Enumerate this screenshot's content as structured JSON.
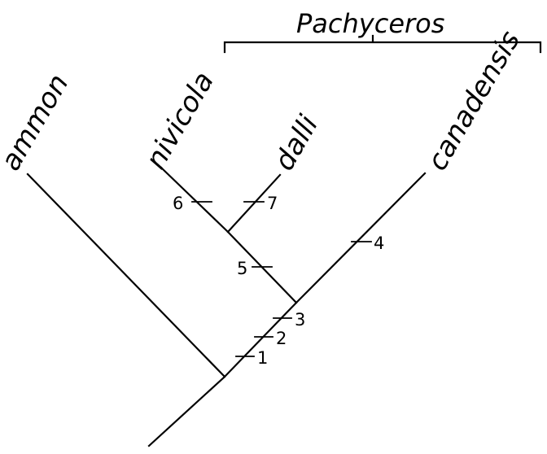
{
  "genus": "Pachyceros",
  "taxa": {
    "ammon": "ammon",
    "nivicola": "nivicola",
    "dalli": "dalli",
    "canadensis": "canadensis"
  },
  "characters": [
    "1",
    "2",
    "3",
    "4",
    "5",
    "6",
    "7"
  ]
}
